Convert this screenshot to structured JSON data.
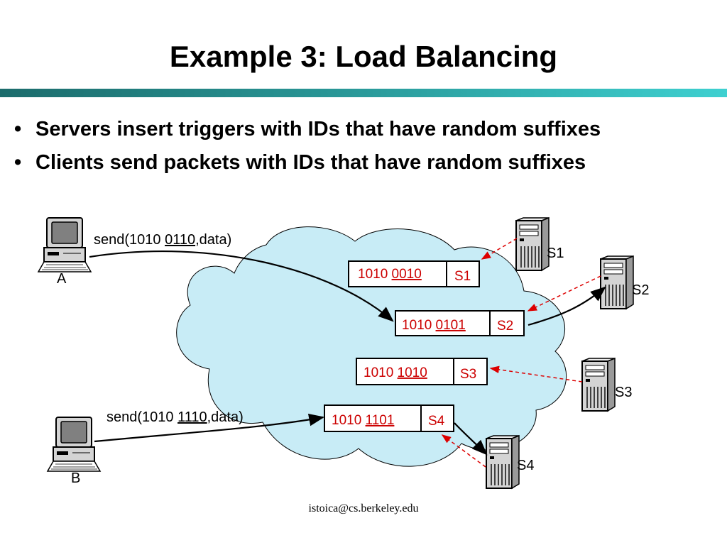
{
  "title": "Example 3: Load Balancing",
  "bullets": [
    "Servers insert triggers with IDs that have random suffixes",
    "Clients send packets with IDs that have random suffixes"
  ],
  "clients": [
    {
      "name": "A",
      "send_prefix": "send(1010 ",
      "send_id": "0110",
      "send_suffix": ",data)"
    },
    {
      "name": "B",
      "send_prefix": "send(1010 ",
      "send_id": "1110",
      "send_suffix": ",data)"
    }
  ],
  "triggers": [
    {
      "prefix": "1010 ",
      "suffix": "0010",
      "server": "S1"
    },
    {
      "prefix": "1010 ",
      "suffix": "0101",
      "server": "S2"
    },
    {
      "prefix": "1010 ",
      "suffix": "1010",
      "server": "S3"
    },
    {
      "prefix": "1010 ",
      "suffix": "1101",
      "server": "S4"
    }
  ],
  "servers": [
    "S1",
    "S2",
    "S3",
    "S4"
  ],
  "footer": "istoica@cs.berkeley.edu",
  "colors": {
    "cloud": "#c8ecf6",
    "id_text": "#cc0000",
    "dashed": "#dd0000",
    "rule_start": "#1c6c6c",
    "rule_end": "#3ed0d0"
  },
  "icons": {
    "client": "computer-terminal-icon",
    "server": "server-tower-icon"
  }
}
